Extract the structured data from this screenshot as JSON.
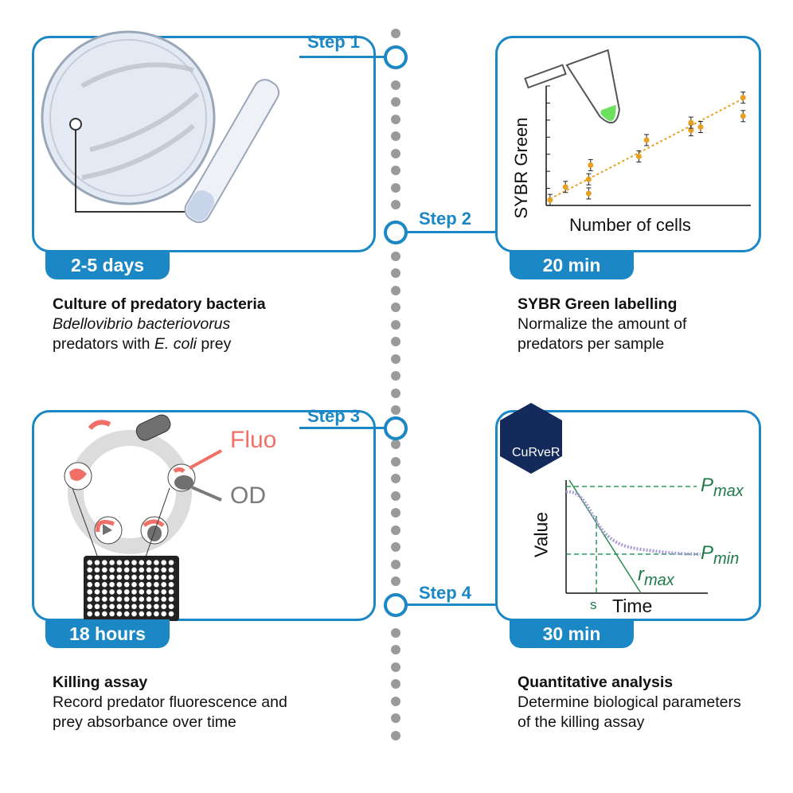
{
  "steps": [
    {
      "label": "Step 1",
      "duration": "2-5 days",
      "title": "Culture of predatory bacteria",
      "desc_italic": "Bdellovibrio bacteriovorus",
      "desc_rest": "predators with ",
      "desc_italic2": "E. coli",
      "desc_rest2": " prey"
    },
    {
      "label": "Step 2",
      "duration": "20 min",
      "title": "SYBR Green labelling",
      "desc": "Normalize the amount of predators per sample"
    },
    {
      "label": "Step 3",
      "duration": "18 hours",
      "title": "Killing assay",
      "desc": "Record predator fluorescence and prey absorbance over time"
    },
    {
      "label": "Step 4",
      "duration": "30 min",
      "title": "Quantitative analysis",
      "desc": "Determine biological parameters of the killing assay"
    }
  ],
  "step2_plot": {
    "xlabel": "Number of cells",
    "ylabel": "SYBR Green",
    "points": [
      [
        0.2,
        0.5
      ],
      [
        1,
        1.7
      ],
      [
        2.2,
        2.4
      ],
      [
        2.2,
        1.1
      ],
      [
        2.3,
        3.7
      ],
      [
        4.8,
        4.5
      ],
      [
        5.2,
        6.0
      ],
      [
        7.5,
        6.9
      ],
      [
        7.5,
        7.6
      ],
      [
        8,
        7.2
      ],
      [
        10.2,
        9.9
      ],
      [
        10.2,
        8.2
      ]
    ],
    "trend": [
      [
        0.2,
        0.6
      ],
      [
        10.2,
        9.8
      ]
    ],
    "color": "#e8a020"
  },
  "step3_labels": {
    "fluo": "Fluo",
    "od": "OD",
    "fluo_color": "#f07068",
    "od_color": "#7a7a7a"
  },
  "step4_plot": {
    "logo": "CuRveR",
    "xlabel": "Time",
    "ylabel": "Value",
    "pmax": "P",
    "pmax_sub": "max",
    "pmin": "P",
    "pmin_sub": "min",
    "rmax": "r",
    "rmax_sub": "max",
    "s": "s",
    "accent": "#1f7a4a"
  },
  "colors": {
    "primary": "#1b87c5",
    "dots": "#9a9a9a"
  }
}
